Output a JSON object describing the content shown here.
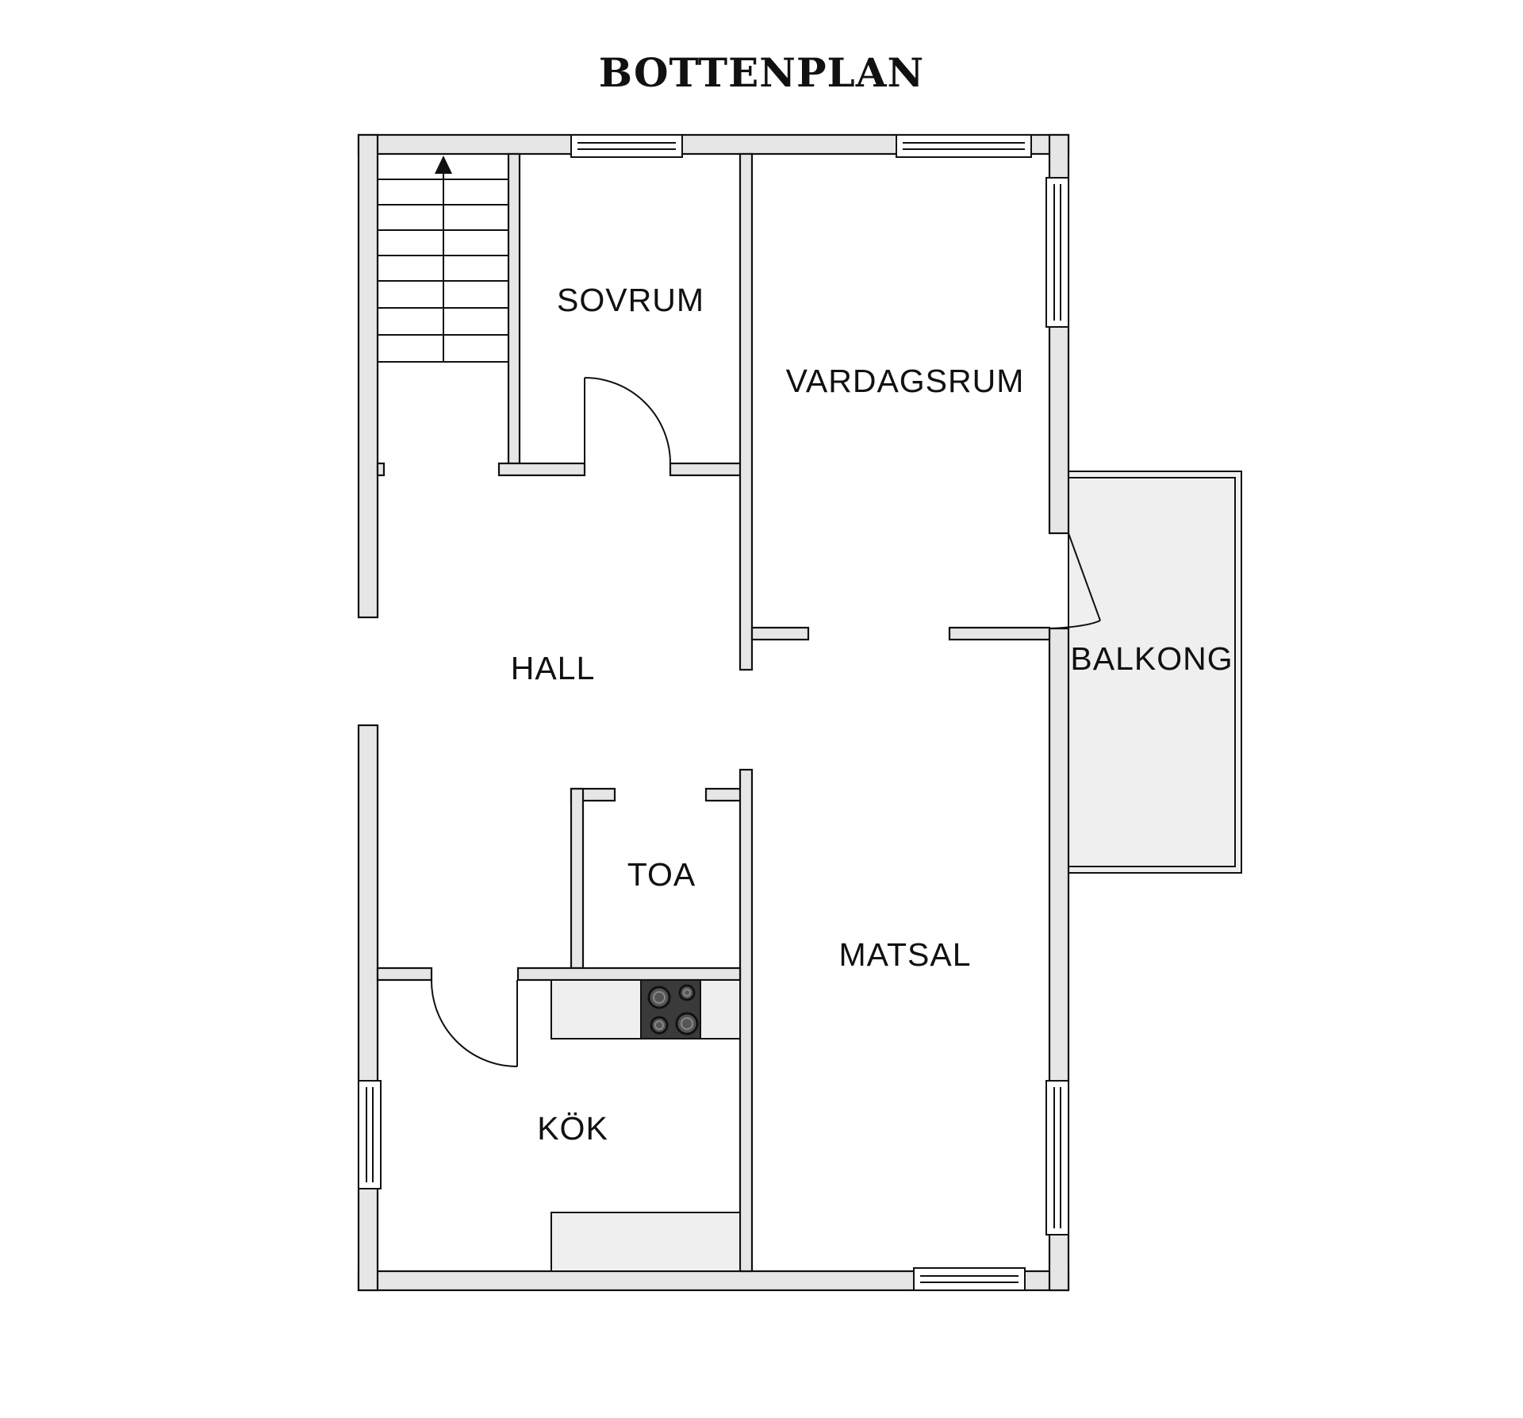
{
  "title": "BOTTENPLAN",
  "rooms": {
    "sovrum": "SOVRUM",
    "vardagsrum": "VARDAGSRUM",
    "hall": "HALL",
    "balkong": "BALKONG",
    "toa": "TOA",
    "matsal": "MATSAL",
    "kok": "KÖK"
  },
  "colors": {
    "wall_fill": "#e6e6e6",
    "line": "#111111",
    "counter_fill": "#efefef",
    "balcony_fill": "#efefef",
    "stove": "#3a3a3a"
  }
}
